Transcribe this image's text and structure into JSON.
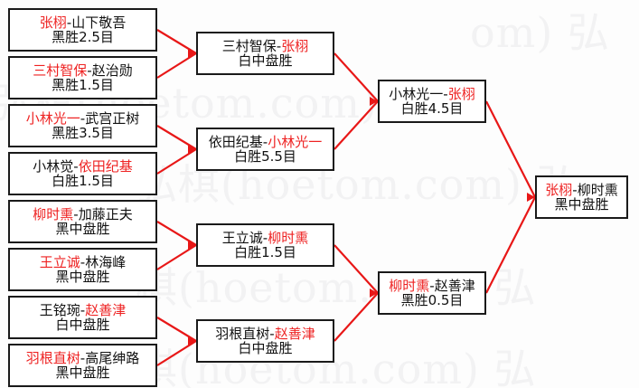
{
  "watermark": {
    "lines": [
      "弘棋(hoetom.com) 弘",
      "弘棋(hoetom.com) 弘",
      "棋(hoetom.com) 弘",
      "棋(hoetom.com) 弘",
      "om) 弘"
    ]
  },
  "colors": {
    "winner_red": "#ee2222",
    "connector_red": "#e81717",
    "box_border": "#1a1a1a",
    "text": "#111111",
    "background": "#fdfdfd"
  },
  "bracket": {
    "rounds": [
      {
        "name": "round-1",
        "matches": [
          {
            "player_a": "张栩",
            "player_b": "山下敬吾",
            "winner": "a",
            "result": "黑胜2.5目"
          },
          {
            "player_a": "三村智保",
            "player_b": "赵治勋",
            "winner": "a",
            "result": "黑胜1.5目"
          },
          {
            "player_a": "小林光一",
            "player_b": "武宫正树",
            "winner": "a",
            "result": "黑胜3.5目"
          },
          {
            "player_a": "小林觉",
            "player_b": "依田纪基",
            "winner": "b",
            "result": "白胜1.5目"
          },
          {
            "player_a": "柳时熏",
            "player_b": "加藤正夫",
            "winner": "a",
            "result": "黑中盘胜"
          },
          {
            "player_a": "王立诚",
            "player_b": "林海峰",
            "winner": "a",
            "result": "黑中盘胜"
          },
          {
            "player_a": "王铭琬",
            "player_b": "赵善津",
            "winner": "b",
            "result": "白中盘胜"
          },
          {
            "player_a": "羽根直树",
            "player_b": "高尾绅路",
            "winner": "a",
            "result": "黑中盘胜"
          }
        ]
      },
      {
        "name": "round-2",
        "matches": [
          {
            "player_a": "三村智保",
            "player_b": "张栩",
            "winner": "b",
            "result": "白中盘胜"
          },
          {
            "player_a": "依田纪基",
            "player_b": "小林光一",
            "winner": "b",
            "result": "白胜5.5目"
          },
          {
            "player_a": "王立诚",
            "player_b": "柳时熏",
            "winner": "b",
            "result": "白胜1.5目"
          },
          {
            "player_a": "羽根直树",
            "player_b": "赵善津",
            "winner": "b",
            "result": "白中盘胜"
          }
        ]
      },
      {
        "name": "semifinal",
        "matches": [
          {
            "player_a": "小林光一",
            "player_b": "张栩",
            "winner": "b",
            "result": "白胜4.5目"
          },
          {
            "player_a": "柳时熏",
            "player_b": "赵善津",
            "winner": "a",
            "result": "黑胜0.5目"
          }
        ]
      },
      {
        "name": "final",
        "matches": [
          {
            "player_a": "张栩",
            "player_b": "柳时熏",
            "winner": "a",
            "result": "黑中盘胜"
          }
        ]
      }
    ]
  }
}
